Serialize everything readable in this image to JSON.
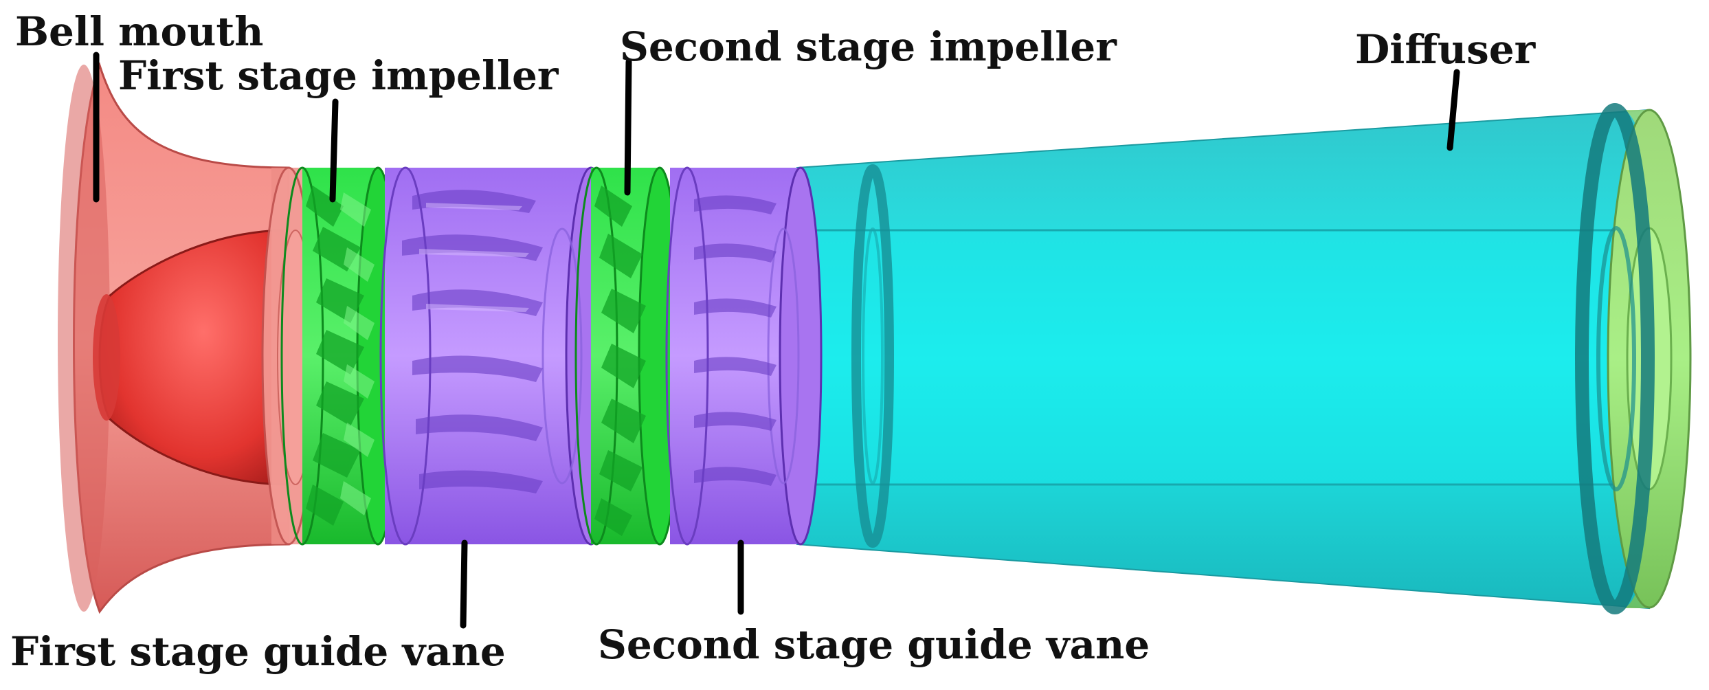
{
  "labels": {
    "bell_mouth": "Bell mouth",
    "first_stage_impeller": "First stage impeller",
    "second_stage_impeller": "Second stage impeller",
    "diffuser": "Diffuser",
    "first_stage_guide_vane": "First stage guide vane",
    "second_stage_guide_vane": "Second stage guide vane"
  },
  "colors": {
    "bell_mouth": "#f06a66",
    "impeller": "#22dd33",
    "guide_vane": "#a86ef2",
    "diffuser": "#1fe0e0",
    "outlet_ring": "#8fdc70",
    "leader_line": "#000000"
  }
}
